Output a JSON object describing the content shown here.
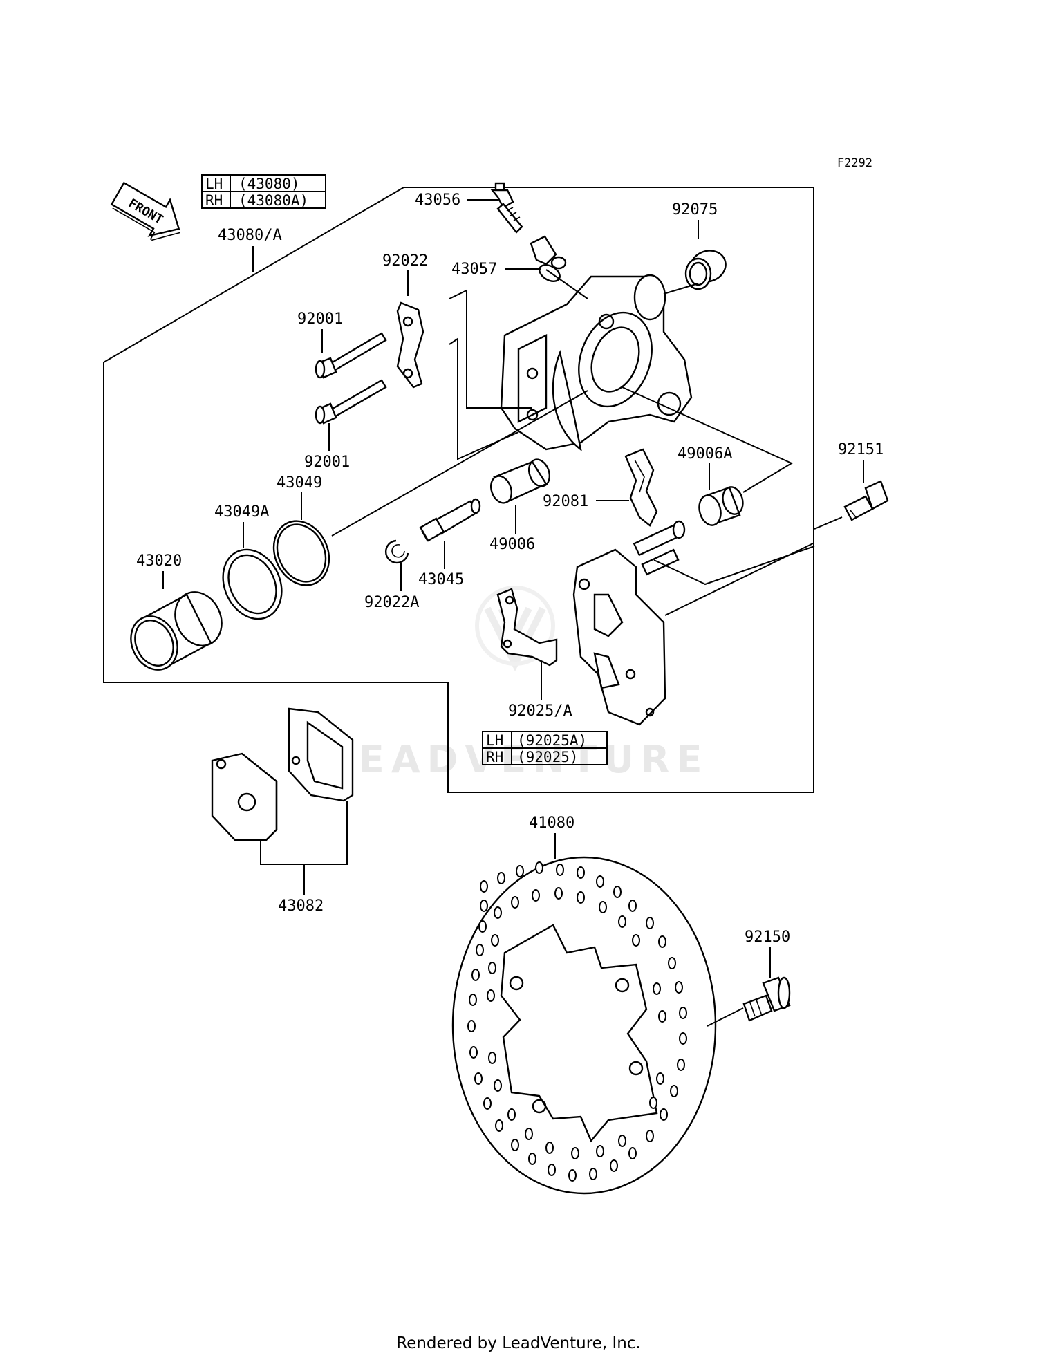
{
  "figure_code": "F2292",
  "front_label": "FRONT",
  "caliper_table": {
    "rows": [
      {
        "side": "LH",
        "part": "(43080)"
      },
      {
        "side": "RH",
        "part": "(43080A)"
      }
    ]
  },
  "bracket_table": {
    "rows": [
      {
        "side": "LH",
        "part": "(92025A)"
      },
      {
        "side": "RH",
        "part": "(92025)"
      }
    ]
  },
  "callouts": {
    "caliper_assy": "43080/A",
    "bleeder": "43056",
    "bleeder_cap": "43057",
    "seal_92075": "92075",
    "plate_92022": "92022",
    "bolt_upper": "92001",
    "bolt_lower": "92001",
    "seal_43049": "43049",
    "seal_43049A": "43049A",
    "piston": "43020",
    "boot_49006A": "49006A",
    "spring_92081": "92081",
    "boot_49006": "49006",
    "pin_43045": "43045",
    "ring_92022A": "92022A",
    "bolt_92151": "92151",
    "bracket_plate": "92025/A",
    "pads": "43082",
    "disc": "41080",
    "disc_bolt": "92150"
  },
  "watermark": "LEADVENTURE",
  "footer": "Rendered by LeadVenture, Inc."
}
